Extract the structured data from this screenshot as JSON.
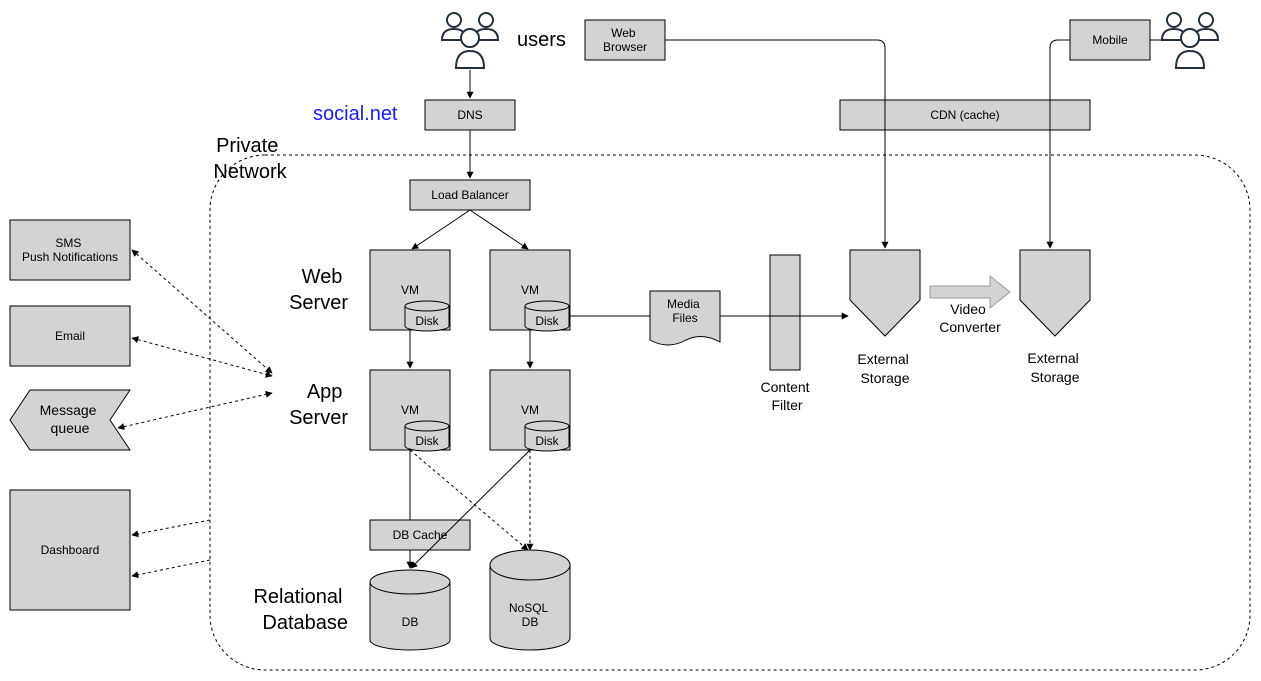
{
  "labels": {
    "users": "users",
    "social_net": "social.net",
    "private_network": [
      "Private",
      "Network"
    ],
    "web_server": [
      "Web",
      "Server"
    ],
    "app_server": [
      "App",
      "Server"
    ],
    "relational_database": [
      "Relational",
      "Database"
    ],
    "video_converter": [
      "Video",
      "Converter"
    ],
    "content_filter": [
      "Content",
      "Filter"
    ]
  },
  "nodes": {
    "web_browser": [
      "Web",
      "Browser"
    ],
    "mobile": "Mobile",
    "dns": "DNS",
    "cdn": "CDN (cache)",
    "load_balancer": "Load Balancer",
    "vm": "VM",
    "disk": "Disk",
    "media_files": [
      "Media",
      "Files"
    ],
    "external_storage": [
      "External",
      "Storage"
    ],
    "sms": [
      "SMS",
      "Push Notifications"
    ],
    "email": "Email",
    "message_queue": [
      "Message",
      "queue"
    ],
    "dashboard": "Dashboard",
    "db_cache": "DB Cache",
    "db": "DB",
    "nosql_db": [
      "NoSQL",
      "DB"
    ]
  },
  "colors": {
    "node_fill": "#d3d3d3",
    "node_stroke": "#000000",
    "social_net_text": "#1a1aff",
    "user_icon": "#232f3e"
  },
  "icons": [
    "users-icon"
  ]
}
